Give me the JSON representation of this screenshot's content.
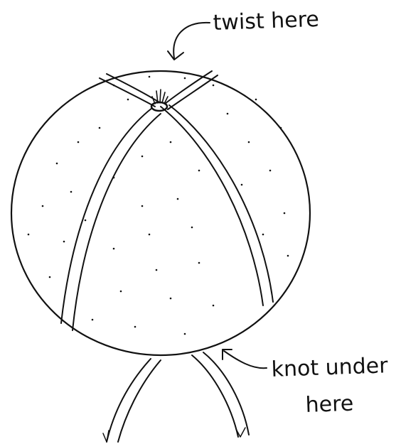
{
  "annotations": {
    "twist": "twist here",
    "knot_line1": "knot under",
    "knot_line2": "here"
  },
  "colors": {
    "ink": "#111111",
    "paper": "#ffffff"
  },
  "icons": [
    "ball-outline",
    "ribbon-band-left",
    "ribbon-band-right",
    "twist-knot",
    "hanging-ribbon",
    "arrow-twist",
    "arrow-knot"
  ]
}
